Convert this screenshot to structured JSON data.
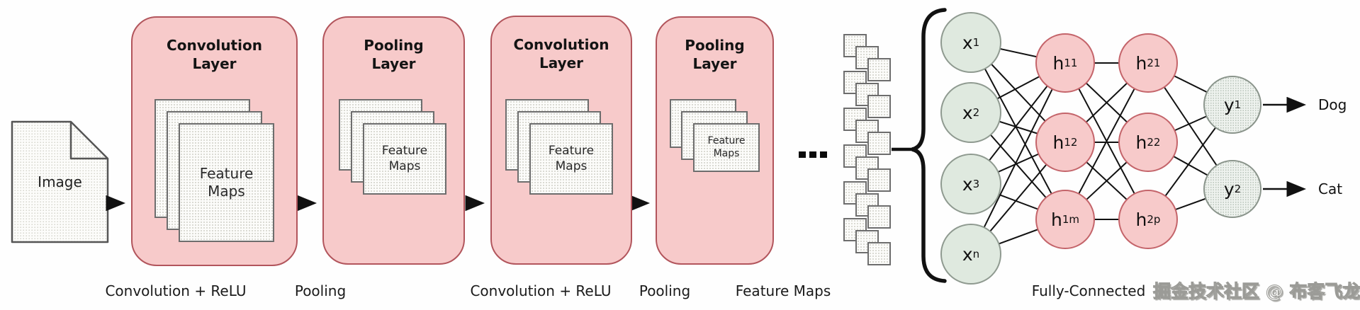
{
  "pipeline": {
    "input_label": "Image",
    "boxes": [
      {
        "title_line1": "Convolution",
        "title_line2": "Layer",
        "fm_line1": "Feature",
        "fm_line2": "Maps",
        "caption": "Convolution + ReLU"
      },
      {
        "title_line1": "Pooling",
        "title_line2": "Layer",
        "fm_line1": "Feature",
        "fm_line2": "Maps",
        "caption": "Pooling"
      },
      {
        "title_line1": "Convolution",
        "title_line2": "Layer",
        "fm_line1": "Feature",
        "fm_line2": "Maps",
        "caption": "Convolution + ReLU"
      },
      {
        "title_line1": "Pooling",
        "title_line2": "Layer",
        "fm_line1": "Feature",
        "fm_line2": "Maps",
        "caption": "Pooling"
      }
    ],
    "ellipsis": "...",
    "stack_caption": "Feature Maps"
  },
  "network": {
    "caption": "Fully-Connected",
    "inputs": [
      {
        "base": "x",
        "sub": "1"
      },
      {
        "base": "x",
        "sub": "2"
      },
      {
        "base": "x",
        "sub": "3"
      },
      {
        "base": "x",
        "sub": "n"
      }
    ],
    "hidden1": [
      {
        "base": "h",
        "sub": "11"
      },
      {
        "base": "h",
        "sub": "12"
      },
      {
        "base": "h",
        "sub": "1m"
      }
    ],
    "hidden2": [
      {
        "base": "h",
        "sub": "21"
      },
      {
        "base": "h",
        "sub": "22"
      },
      {
        "base": "h",
        "sub": "2p"
      }
    ],
    "outputs": [
      {
        "base": "y",
        "sub": "1"
      },
      {
        "base": "y",
        "sub": "2"
      }
    ],
    "classes": [
      "Dog",
      "Cat"
    ]
  },
  "watermark": "掘金技术社区 @ 布客飞龙",
  "colors": {
    "layer_box_fill": "#f7caca",
    "layer_box_border": "#b2555c",
    "hidden_node_fill": "#f7caca",
    "hidden_node_border": "#c4646a",
    "input_node_fill": "#dfe9df",
    "input_node_border": "#8f9a90",
    "output_node_fill": "#eef2ee",
    "line_color": "#111111"
  }
}
